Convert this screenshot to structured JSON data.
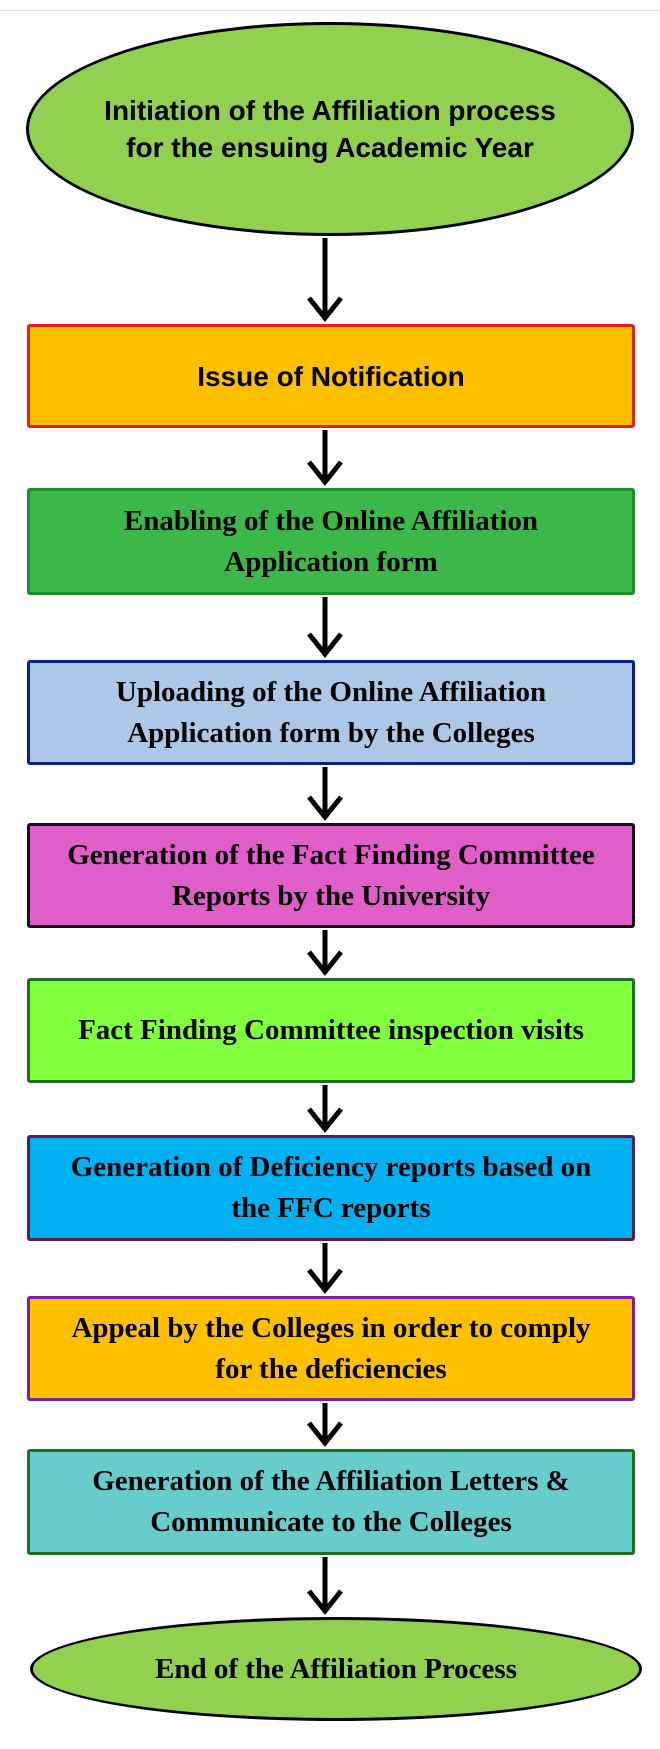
{
  "steps": [
    {
      "text": "Initiation of the Affiliation process for the ensuing Academic Year",
      "fill": "#92d050",
      "border": "#000000"
    },
    {
      "text": "Issue of Notification",
      "fill": "#ffc000",
      "border": "#e02020"
    },
    {
      "text": "Enabling of the Online Affiliation Application form",
      "fill": "#3cb84a",
      "border": "#1a8f2e"
    },
    {
      "text": "Uploading of the Online Affiliation Application form by the Colleges",
      "fill": "#adc8e6",
      "border": "#0a1f8f"
    },
    {
      "text": "Generation of the Fact Finding Committee Reports by the University",
      "fill": "#e05ec8",
      "border": "#111111"
    },
    {
      "text": "Fact Finding Committee inspection visits",
      "fill": "#80ff3c",
      "border": "#1f6f1f"
    },
    {
      "text": "Generation of Deficiency reports based on the FFC reports",
      "fill": "#00b0f0",
      "border": "#5a1e4a"
    },
    {
      "text": "Appeal by the Colleges in order to comply for the deficiencies",
      "fill": "#ffc000",
      "border": "#7a1fa0"
    },
    {
      "text": "Generation of the Affiliation Letters & Communicate to the Colleges",
      "fill": "#66cccc",
      "border": "#1f6f1f"
    },
    {
      "text": "End of the Affiliation Process",
      "fill": "#92d050",
      "border": "#000000"
    }
  ]
}
